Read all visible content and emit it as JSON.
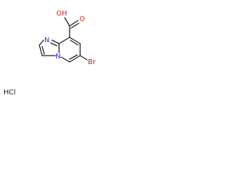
{
  "molecule": {
    "colors": {
      "bond": "#1a1a1a",
      "nitrogen": "#3030cc",
      "oxygen": "#cc2020",
      "bromine": "#8b3a1a",
      "salt": "#1a1a1a"
    },
    "atoms": {
      "oh": "OH",
      "carbonyl_o": "O",
      "n_imine": "N",
      "n_bridge": "N",
      "br": "Br"
    },
    "salt": "HCl"
  }
}
